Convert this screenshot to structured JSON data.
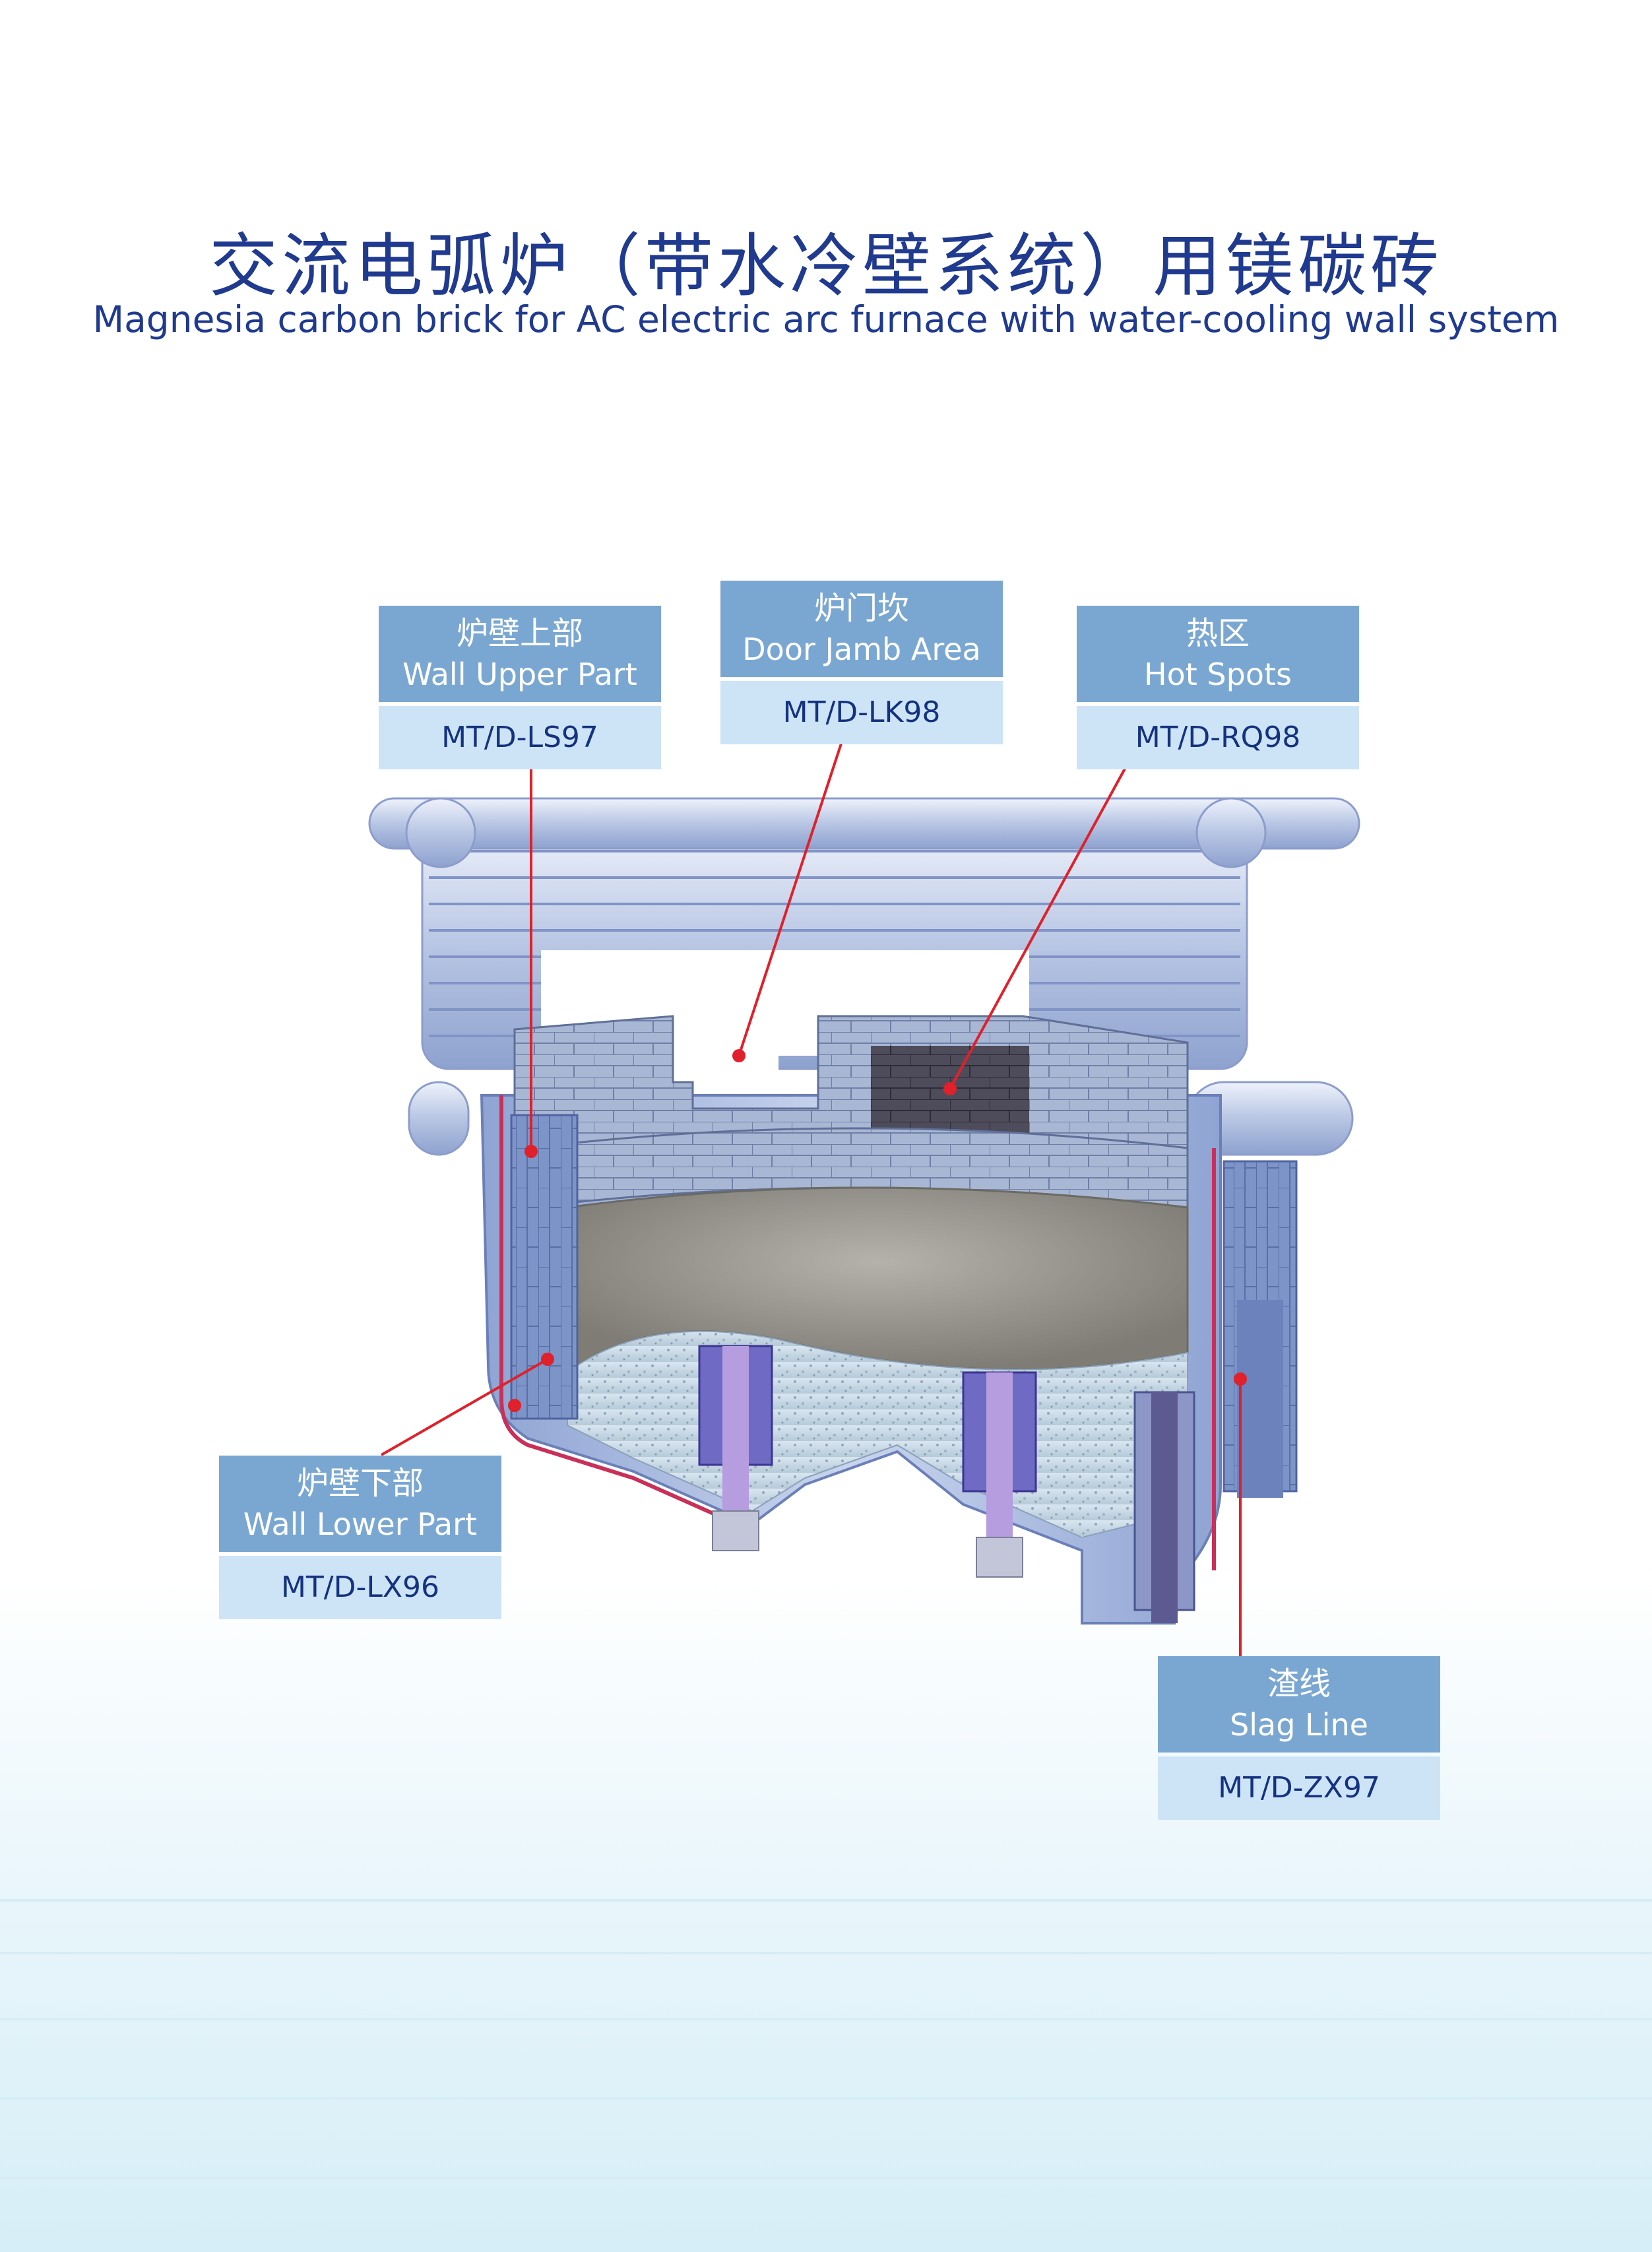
{
  "title": {
    "cn": "交流电弧炉（带水冷壁系统）用镁碳砖",
    "en": "Magnesia carbon brick for AC electric arc furnace with water-cooling wall system"
  },
  "callouts": {
    "wall_upper": {
      "cn": "炉壁上部",
      "en": "Wall Upper Part",
      "code": "MT/D-LS97"
    },
    "door_jamb": {
      "cn": "炉门坎",
      "en": "Door Jamb Area",
      "code": "MT/D-LK98"
    },
    "hot_spots": {
      "cn": "热区",
      "en": "Hot Spots",
      "code": "MT/D-RQ98"
    },
    "wall_lower": {
      "cn": "炉壁下部",
      "en": "Wall Lower Part",
      "code": "MT/D-LX96"
    },
    "slag_line": {
      "cn": "渣线",
      "en": "Slag Line",
      "code": "MT/D-ZX97"
    }
  },
  "colors": {
    "title": "#1f3a8f",
    "callout_header": "#7aa7d2",
    "callout_code_bg": "#cde4f7",
    "leader_line": "#e0202a",
    "water_wall": "#b9c9e6",
    "brick": "#a9bad6",
    "hearth": "#9a9a92"
  }
}
